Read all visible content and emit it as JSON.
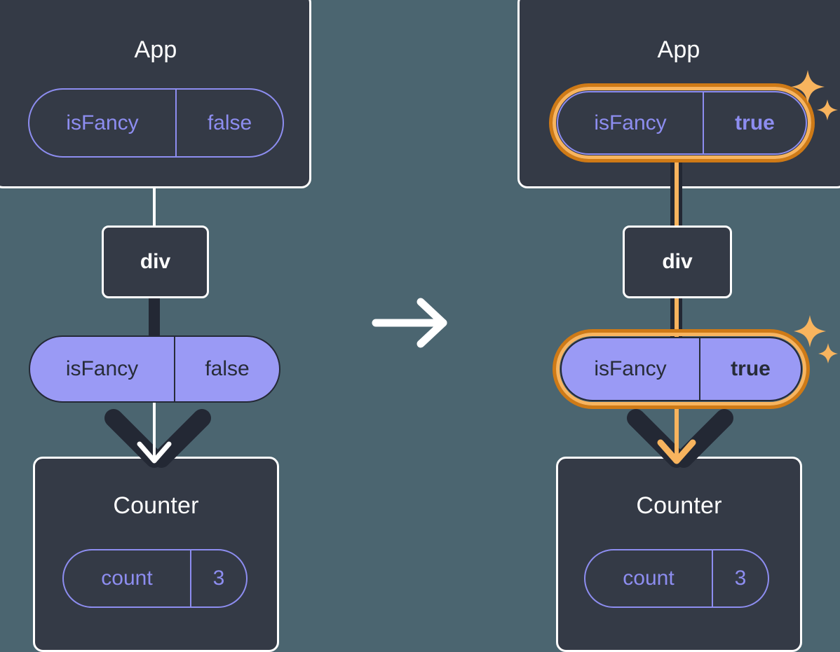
{
  "diagram": {
    "title": "React state propagation: isFancy toggles from false to true",
    "transition_icon": "right-arrow-icon",
    "background_color": "#4b6570",
    "panel_color": "#343a46",
    "accent_purple": "#8d8df0",
    "accent_purple_solid": "#9a9af5",
    "highlight_orange_dark": "#cf7a16",
    "highlight_orange_light": "#f8b45e"
  },
  "before": {
    "app": {
      "title": "App",
      "state": {
        "key": "isFancy",
        "value": "false",
        "highlighted": false
      }
    },
    "div": {
      "label": "div"
    },
    "prop": {
      "key": "isFancy",
      "value": "false",
      "highlighted": false
    },
    "counter": {
      "title": "Counter",
      "state": {
        "key": "count",
        "value": "3"
      }
    }
  },
  "after": {
    "app": {
      "title": "App",
      "state": {
        "key": "isFancy",
        "value": "true",
        "highlighted": true,
        "sparkle_icon": "sparkles-icon"
      }
    },
    "div": {
      "label": "div"
    },
    "prop": {
      "key": "isFancy",
      "value": "true",
      "highlighted": true,
      "sparkle_icon": "sparkles-icon"
    },
    "counter": {
      "title": "Counter",
      "state": {
        "key": "count",
        "value": "3"
      }
    }
  }
}
